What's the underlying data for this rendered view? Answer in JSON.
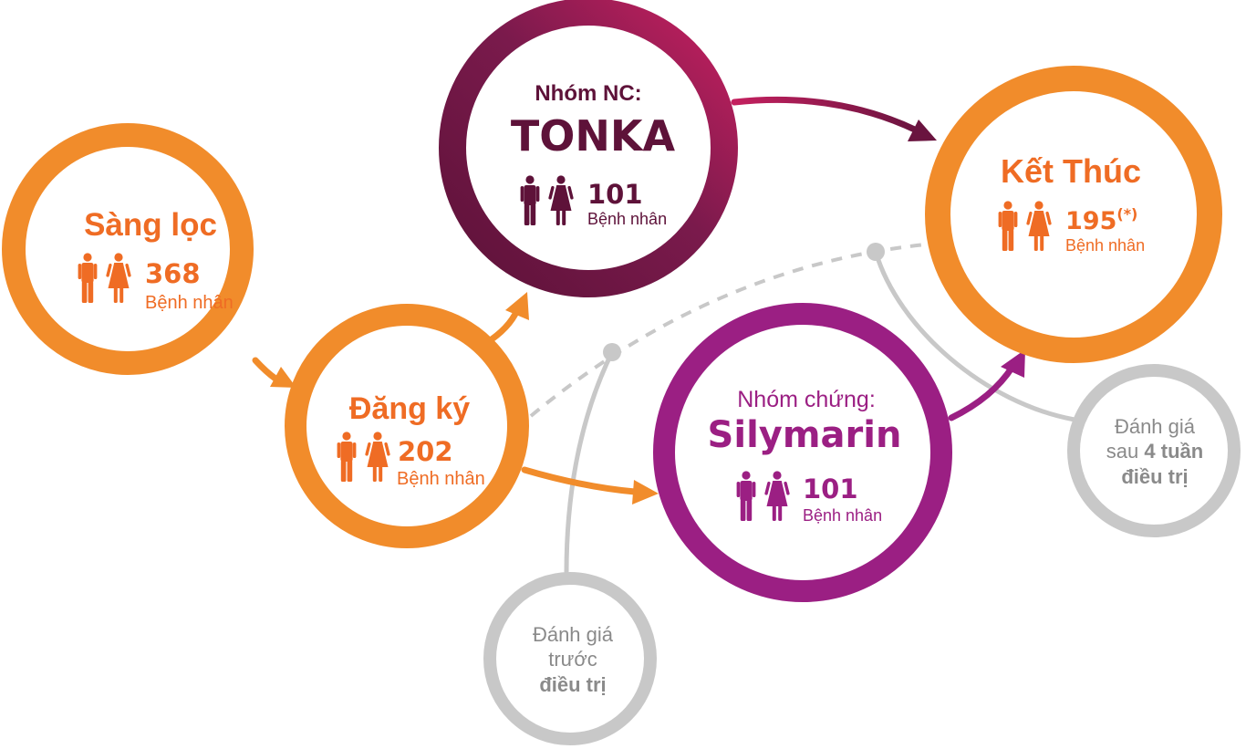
{
  "colors": {
    "orange": "#f18c2b",
    "orange_text": "#ef6c24",
    "tonka_dark": "#5e1239",
    "tonka_light": "#c4205f",
    "silymarin": "#9b1f83",
    "gray": "#c8c8c8",
    "gray_text": "#8a8a8a"
  },
  "nodes": {
    "screening": {
      "title": "Sàng lọc",
      "count": "368",
      "unit": "Bệnh nhân",
      "icon": "male-female-icon"
    },
    "enrollment": {
      "title": "Đăng ký",
      "count": "202",
      "unit": "Bệnh nhân",
      "icon": "male-female-icon"
    },
    "tonka": {
      "subtitle": "Nhóm NC:",
      "title": "TONKA",
      "count": "101",
      "unit": "Bệnh nhân",
      "icon": "male-female-icon"
    },
    "silymarin": {
      "subtitle": "Nhóm chứng:",
      "title": "Silymarin",
      "count": "101",
      "unit": "Bệnh nhân",
      "icon": "male-female-icon"
    },
    "end": {
      "title": "Kết Thúc",
      "count": "195",
      "count_note": "(*)",
      "unit": "Bệnh nhân",
      "icon": "male-female-icon"
    }
  },
  "evaluations": {
    "before": {
      "line1": "Đánh giá",
      "line2": "trước",
      "line3": "điều trị"
    },
    "after": {
      "line1": "Đánh giá",
      "line2_pre": "sau ",
      "line2_bold": "4 tuần",
      "line3": "điều trị"
    }
  }
}
